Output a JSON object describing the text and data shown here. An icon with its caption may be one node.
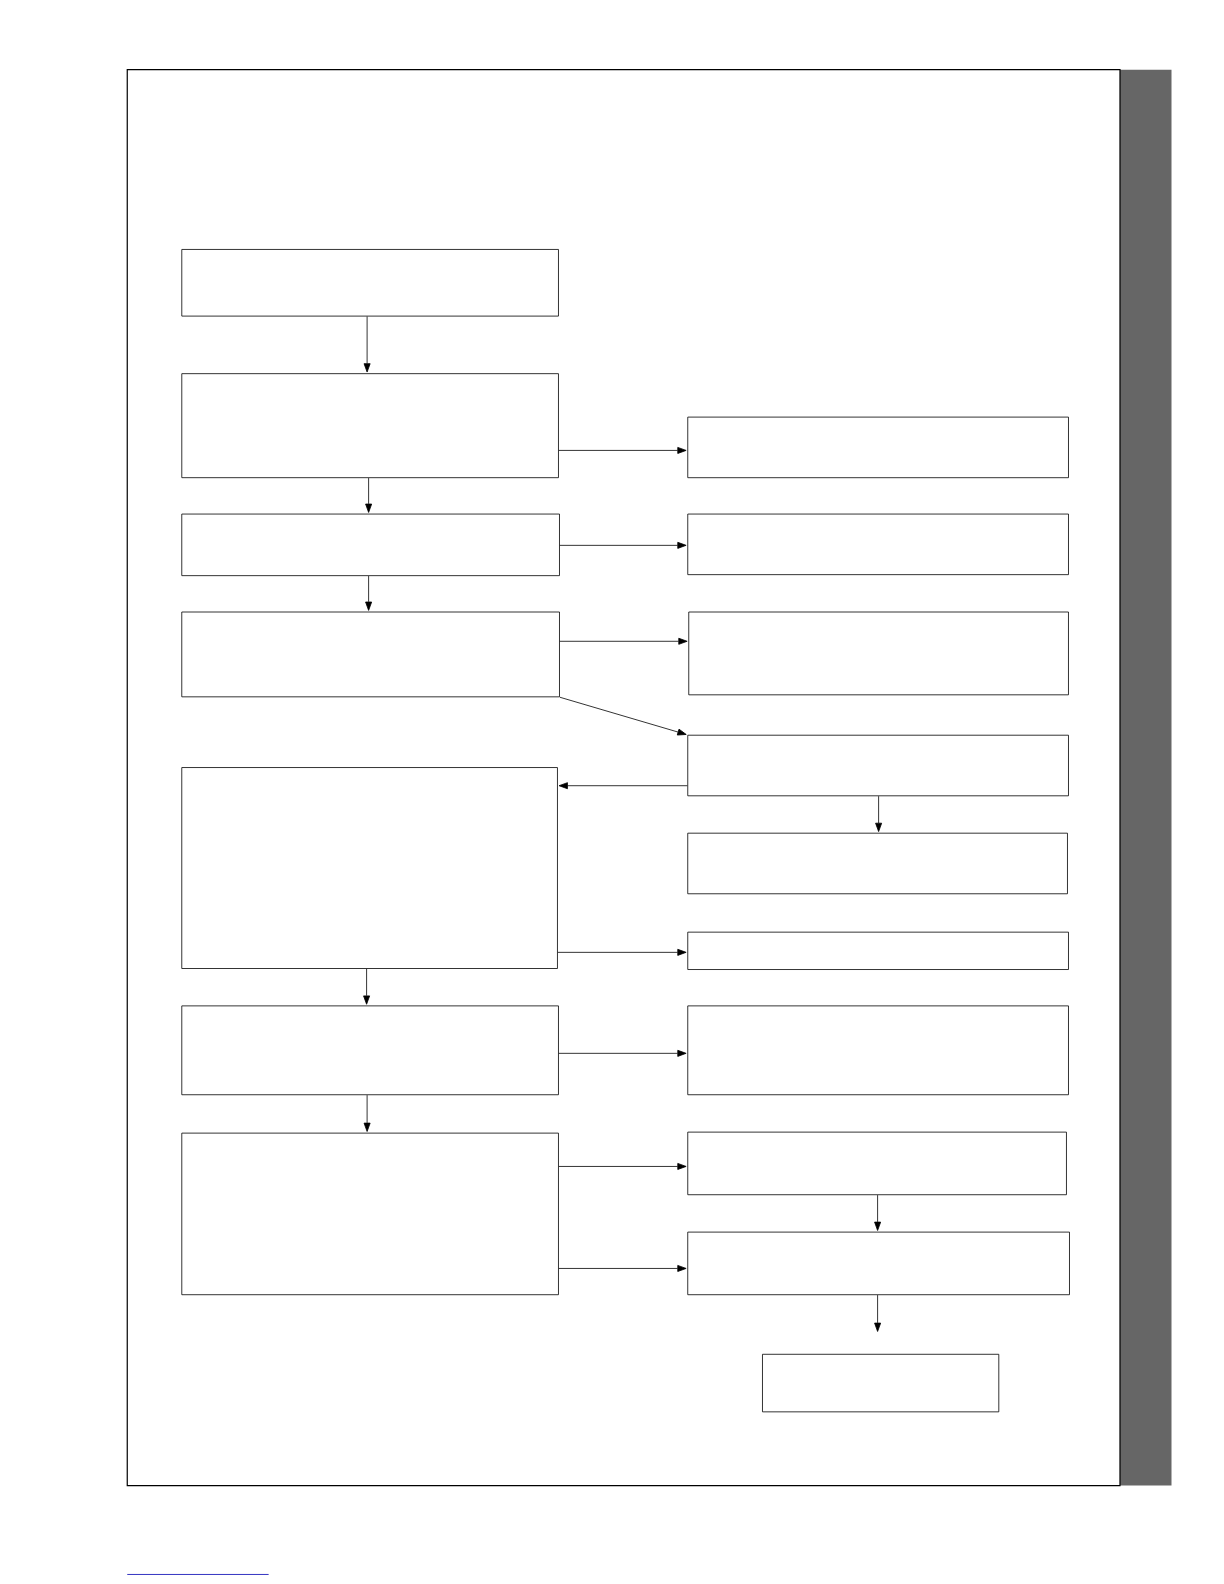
{
  "diagram": {
    "nodes": [
      {
        "text": [],
        "shape": "box"
      },
      {
        "text": [],
        "shape": "box"
      },
      {
        "text": [],
        "shape": "box"
      },
      {
        "text": [],
        "shape": "box"
      },
      {
        "text": [],
        "shape": "box"
      },
      {
        "text": [],
        "shape": "box"
      },
      {
        "text": [],
        "shape": "box"
      },
      {
        "text": [],
        "shape": "box"
      },
      {
        "text": [],
        "shape": "box"
      },
      {
        "text": [],
        "shape": "box"
      },
      {
        "text": [],
        "shape": "box"
      },
      {
        "text": [],
        "shape": "box"
      },
      {
        "text": [],
        "shape": "box"
      },
      {
        "text": [],
        "shape": "box"
      },
      {
        "text": [],
        "shape": "box"
      },
      {
        "text": [],
        "shape": "box"
      },
      {
        "text": [],
        "shape": "box"
      }
    ],
    "edges": [
      {
        "from": 0,
        "to": 1,
        "arrow": "to"
      },
      {
        "from": 1,
        "to": 2,
        "arrow": "to"
      },
      {
        "from": 2,
        "to": 3,
        "arrow": "to"
      },
      {
        "from": 4,
        "to": 5,
        "arrow": "to"
      },
      {
        "from": 5,
        "to": 6,
        "arrow": "to"
      },
      {
        "from": 1,
        "to": 7,
        "arrow": "to"
      },
      {
        "from": 2,
        "to": 8,
        "arrow": "to"
      },
      {
        "from": 3,
        "to": 9,
        "arrow": "to"
      },
      {
        "from": 3,
        "to": 10,
        "arrow": "to"
      },
      {
        "from": 10,
        "to": 4,
        "arrow": "to"
      },
      {
        "from": 10,
        "to": 11,
        "arrow": "to"
      },
      {
        "from": 4,
        "to": 12,
        "arrow": "to"
      },
      {
        "from": 5,
        "to": 13,
        "arrow": "to"
      },
      {
        "from": 6,
        "to": 14,
        "arrow": "to"
      },
      {
        "from": 6,
        "to": 15,
        "arrow": "to"
      },
      {
        "from": 14,
        "to": 15,
        "arrow": "to"
      },
      {
        "from": 15,
        "to": 16,
        "arrow": "to"
      }
    ]
  }
}
